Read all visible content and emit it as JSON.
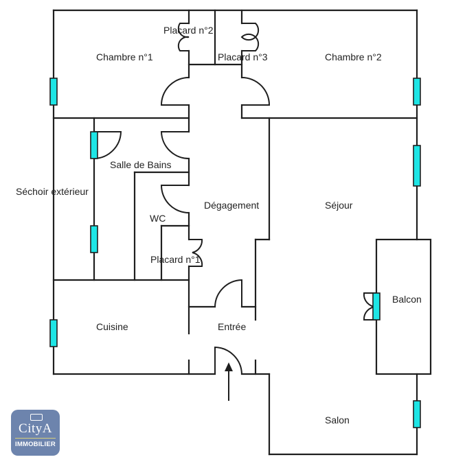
{
  "plan": {
    "rooms": [
      {
        "id": "chambre-1",
        "label": "Chambre n°1"
      },
      {
        "id": "placard-2",
        "label": "Placard n°2"
      },
      {
        "id": "placard-3",
        "label": "Placard n°3"
      },
      {
        "id": "chambre-2",
        "label": "Chambre n°2"
      },
      {
        "id": "salle-de-bains",
        "label": "Salle de Bains"
      },
      {
        "id": "sechoir",
        "label": "Séchoir extérieur"
      },
      {
        "id": "degagement",
        "label": "Dégagement"
      },
      {
        "id": "sejour",
        "label": "Séjour"
      },
      {
        "id": "wc",
        "label": "WC"
      },
      {
        "id": "placard-1",
        "label": "Placard n°1"
      },
      {
        "id": "balcon",
        "label": "Balcon"
      },
      {
        "id": "cuisine",
        "label": "Cuisine"
      },
      {
        "id": "entree",
        "label": "Entrée"
      },
      {
        "id": "salon",
        "label": "Salon"
      }
    ],
    "colors": {
      "wall": "#1e1e1e",
      "window": "#1de5e5"
    }
  },
  "logo": {
    "name": "CityA",
    "subtitle": "IMMOBILIER",
    "background": "#6d84ad"
  }
}
